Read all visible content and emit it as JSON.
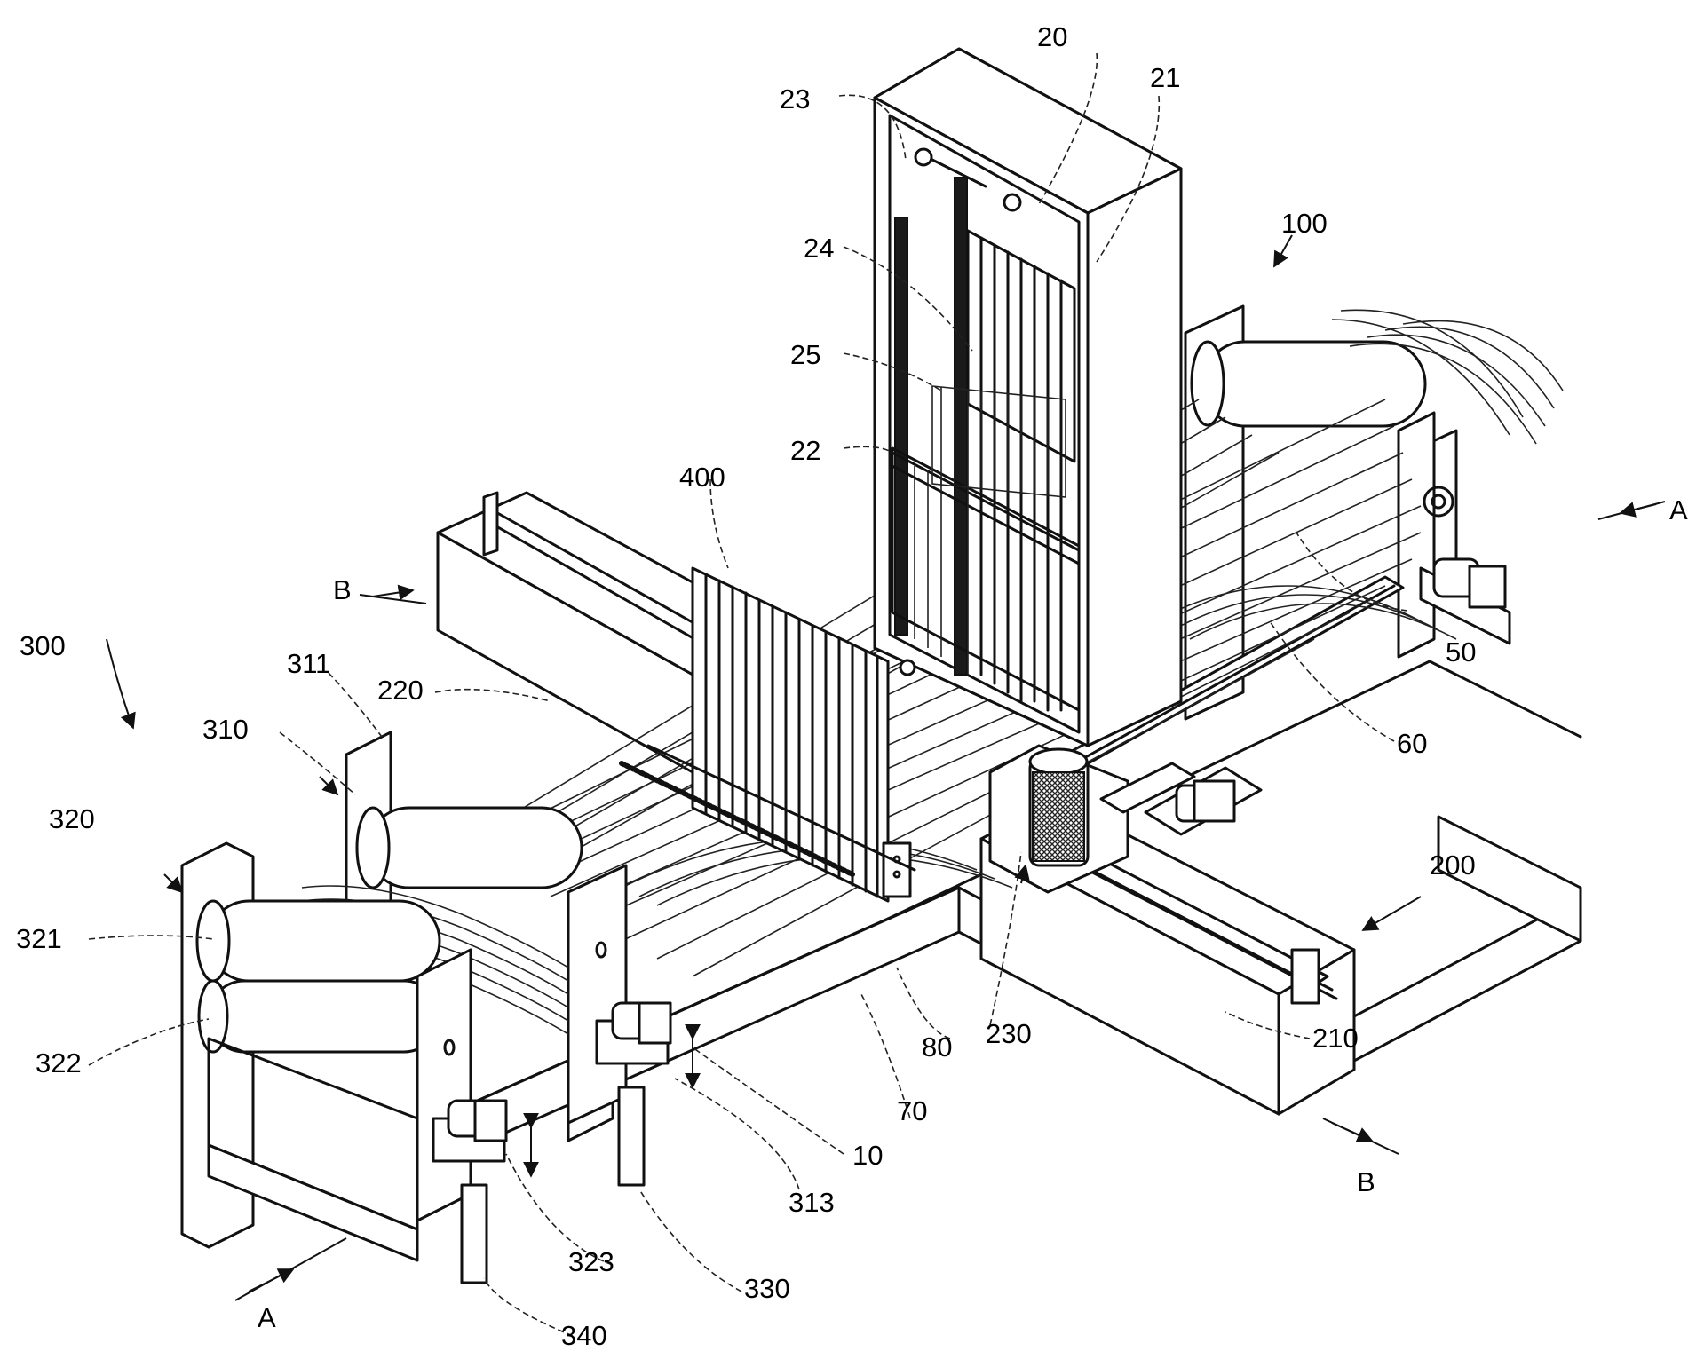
{
  "labels": {
    "l20": "20",
    "l21": "21",
    "l22": "22",
    "l23": "23",
    "l24": "24",
    "l25": "25",
    "l100": "100",
    "l200": "200",
    "l210": "210",
    "l220": "220",
    "l230": "230",
    "l300": "300",
    "l310": "310",
    "l311": "311",
    "l313": "313",
    "l320": "320",
    "l321": "321",
    "l322": "322",
    "l323": "323",
    "l330": "330",
    "l340": "340",
    "l400": "400",
    "l10": "10",
    "l50": "50",
    "l60": "60",
    "l70": "70",
    "l80": "80",
    "secA_right": "A",
    "secA_left": "A",
    "secB_left": "B",
    "secB_right": "B"
  }
}
